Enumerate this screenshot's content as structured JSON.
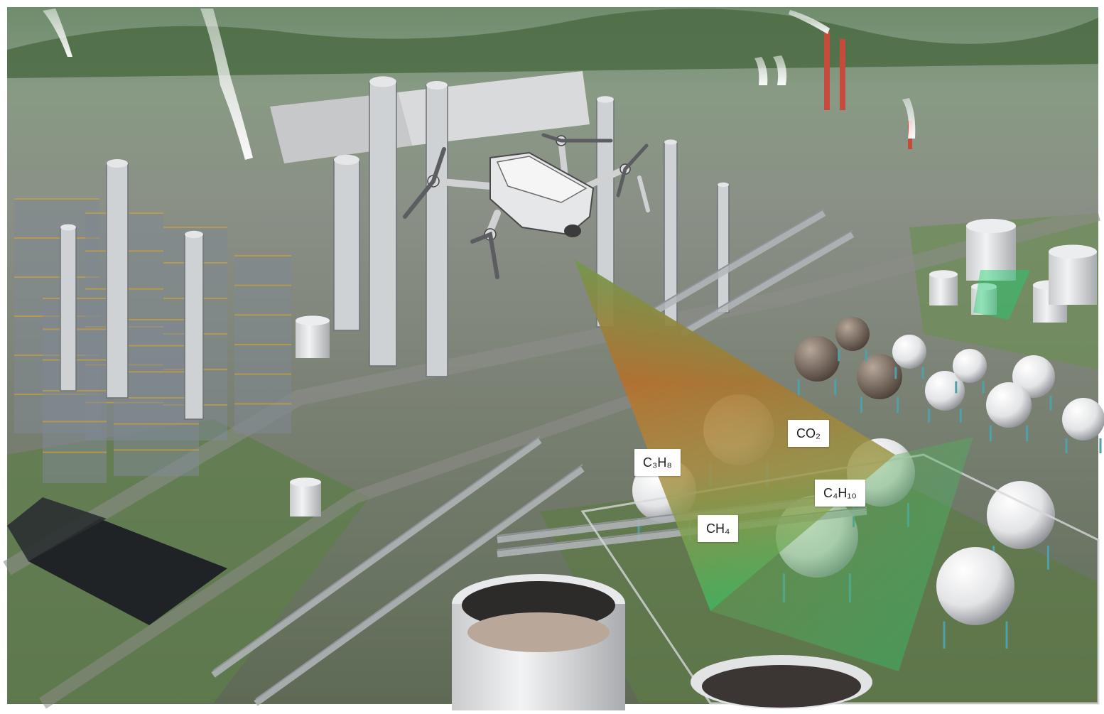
{
  "scene": {
    "sky_color": "#7f9a7b",
    "ground_color": "#6f8a5a",
    "plume_color": "#f4f5f4"
  },
  "drone": {
    "icon": "quadcopter-drone-icon",
    "body_color": "#e6e7e9",
    "outline_color": "#4a4a4a"
  },
  "sensor_beam": {
    "colors": {
      "hot": "#c9631f",
      "mid": "#d98435",
      "cool": "#25c56f"
    }
  },
  "gas_labels": [
    {
      "id": "co2",
      "label": "CO₂"
    },
    {
      "id": "c3h8",
      "label": "C₃H₈"
    },
    {
      "id": "c4h10",
      "label": "C₄H₁₀"
    },
    {
      "id": "ch4",
      "label": "CH₄"
    }
  ]
}
